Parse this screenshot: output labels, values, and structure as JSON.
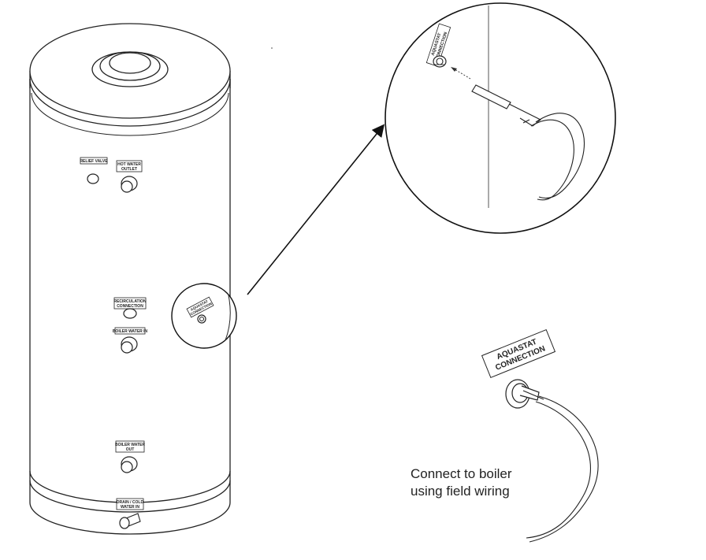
{
  "labels": {
    "relief_valve": "RELIEF VALVE",
    "hot_water_outlet_1": "HOT WATER",
    "hot_water_outlet_2": "OUTLET",
    "recirculation_1": "RECIRCULATION",
    "recirculation_2": "CONNECTION",
    "boiler_water_in": "BOILER WATER IN",
    "boiler_water_out_1": "BOILER WATER",
    "boiler_water_out_2": "OUT",
    "drain_cold_1": "DRAIN / COLD",
    "drain_cold_2": "WATER IN",
    "aquastat_small_1": "AQUASTAT",
    "aquastat_small_2": "CONNECTION",
    "aquastat_zoom_1": "AQUASTAT",
    "aquastat_zoom_2": "CONNECTION",
    "aquastat_detail_1": "AQUASTAT",
    "aquastat_detail_2": "CONNECTION"
  },
  "caption": {
    "line1": "Connect to boiler",
    "line2": "using field wiring"
  }
}
